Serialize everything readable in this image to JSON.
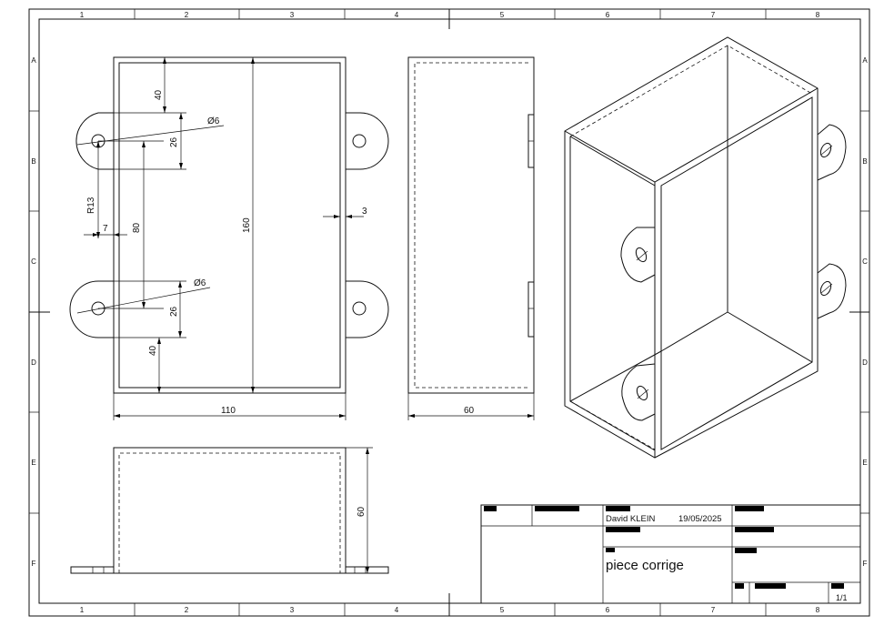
{
  "frame": {
    "columns": [
      "1",
      "2",
      "3",
      "4",
      "5",
      "6",
      "7",
      "8"
    ],
    "rows": [
      "A",
      "B",
      "C",
      "D",
      "E",
      "F"
    ]
  },
  "dimensions": {
    "d40_top": "40",
    "d26_top": "26",
    "dia6_top": "Ø6",
    "r13": "R13",
    "d7": "7",
    "d80": "80",
    "d160": "160",
    "d3": "3",
    "dia6_bot": "Ø6",
    "d26_bot": "26",
    "d40_bot": "40",
    "d110": "110",
    "d60_side": "60",
    "d60_bottom": "60"
  },
  "title_block": {
    "author": "David KLEIN",
    "date": "19/05/2025",
    "title": "piece corrige",
    "sheet": "1/1"
  }
}
